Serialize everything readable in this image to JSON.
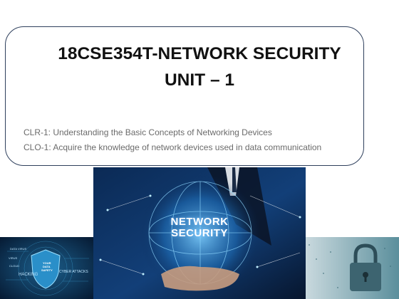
{
  "slide": {
    "title_line1": "18CSE354T-NETWORK SECURITY",
    "title_line2": "UNIT – 1",
    "clr": "CLR-1: Understanding the Basic Concepts of Networking Devices",
    "clo": "CLO-1: Acquire the knowledge of network devices used in data communication"
  },
  "center_image": {
    "label_line1": "NETWORK",
    "label_line2": "SECURITY"
  },
  "left_image": {
    "labels": [
      "DATA VIRUS",
      "VIRUS",
      "YOUR",
      "DATA",
      "SAFETY",
      "HACKING",
      "CYBER ATTACKS",
      "CLOUD"
    ]
  },
  "colors": {
    "border": "#2e3f5c",
    "title_text": "#111111",
    "body_text": "#6b6b6b"
  }
}
